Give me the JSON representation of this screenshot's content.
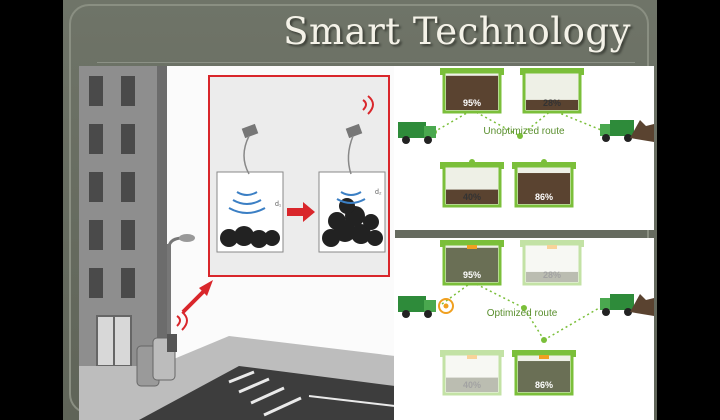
{
  "slide": {
    "title": "Smart Technology"
  },
  "illustration": {
    "distance_label_left": "d₁",
    "distance_label_right": "d₂"
  },
  "routes": {
    "unoptimized": {
      "label": "Unoptimized route",
      "bins": [
        {
          "fill": "95%",
          "level": 0.95,
          "visited": true
        },
        {
          "fill": "28%",
          "level": 0.28,
          "visited": true
        },
        {
          "fill": "40%",
          "level": 0.4,
          "visited": true
        },
        {
          "fill": "86%",
          "level": 0.86,
          "visited": true
        }
      ]
    },
    "optimized": {
      "label": "Optimized route",
      "bins": [
        {
          "fill": "95%",
          "level": 0.95,
          "visited": true
        },
        {
          "fill": "28%",
          "level": 0.28,
          "visited": false
        },
        {
          "fill": "40%",
          "level": 0.4,
          "visited": false
        },
        {
          "fill": "86%",
          "level": 0.86,
          "visited": true
        }
      ]
    }
  },
  "colors": {
    "green": "#7bbf3a",
    "soil": "#5a4330",
    "arrow": "#d9262b",
    "wifi": "#3b7fc4",
    "orange": "#f0a020"
  }
}
